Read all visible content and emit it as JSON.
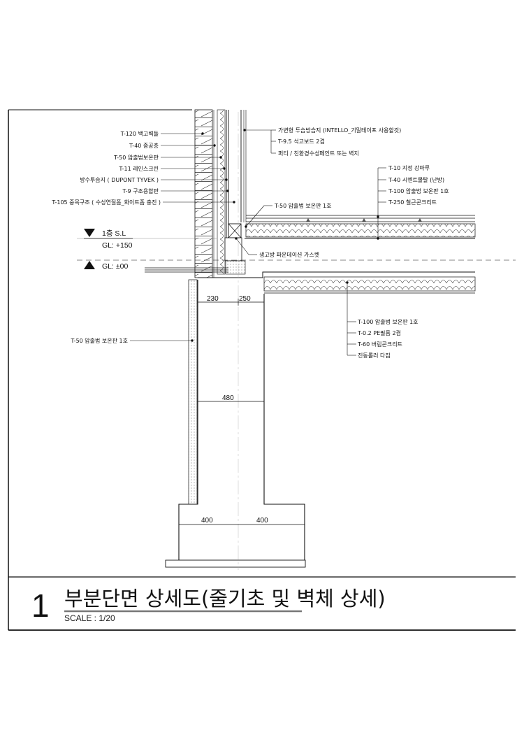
{
  "drawing": {
    "wall_labels": [
      "T-120 백고벽돌",
      "T-40 중공층",
      "T-50 압출법보온판",
      "T-11 레인스크린",
      "방수투습지 ( DUPONT TYVEK )",
      "T-9 구조용합판",
      "T-105 중목구조 ( 수성연질폼_화이트폼 충진 )"
    ],
    "interior_wall_labels": [
      "가변형 투습방습지 (INTELLO_기밀테이프 사용할것)",
      "T-9.5 석고보드 2겹",
      "퍼티 / 친환경수성페인트 또는 벽지"
    ],
    "floor_labels": [
      "T-10 지정 강마루",
      "T-40 시멘트몰탈 (난방)",
      "T-100 압출법 보온판 1호",
      "T-250 철근콘크리트"
    ],
    "sill_label": "T-50 압출법 보온판 1호",
    "gasket_label": "생고방 파운데이션 가스켓",
    "slab_labels": [
      "T-100 압출법 보온판 1호",
      "T-0.2 PE필름 2겹",
      "T-60 버림콘크리트",
      "진동롤러 다짐"
    ],
    "foundation_wall_label": "T-50 압출법 보온판 1호",
    "levels": {
      "floor_name": "1층 S.L",
      "floor_gl": "GL: +150",
      "ground_gl": "GL: ±00"
    },
    "dimensions": {
      "wall_left": "230",
      "wall_right": "250",
      "wall_total": "480",
      "footing_left": "400",
      "footing_right": "400"
    }
  },
  "title_block": {
    "number": "1",
    "title": "부분단면 상세도(줄기초 및 벽체 상세)",
    "scale": "SCALE : 1/20"
  }
}
